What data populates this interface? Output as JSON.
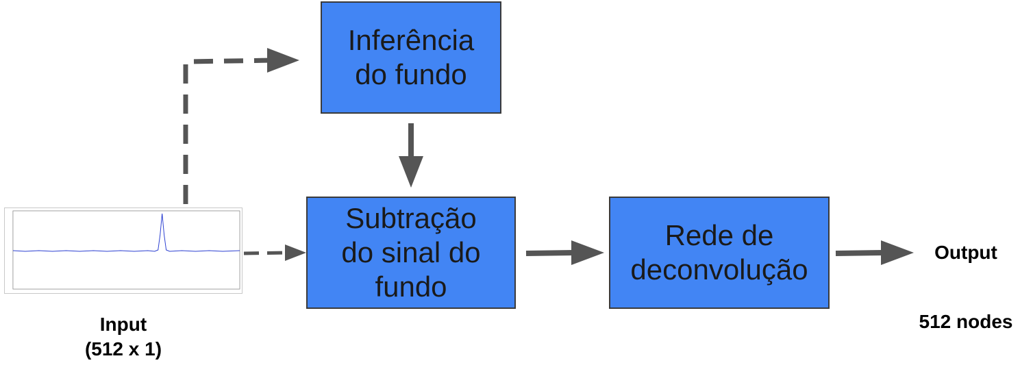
{
  "diagram": {
    "box_color": "#4285f4",
    "arrow_color": "#555555",
    "nodes": {
      "inferencia": {
        "lines": [
          "Inferência",
          "do fundo"
        ]
      },
      "subtracao": {
        "lines": [
          "Subtração",
          "do sinal do",
          "fundo"
        ]
      },
      "rede": {
        "lines": [
          "Rede de",
          "deconvolução"
        ]
      }
    },
    "input_label": [
      "Input",
      "(512 x 1)"
    ],
    "output_label": "Output",
    "output_nodes": "512 nodes",
    "edges": [
      {
        "from": "input",
        "to": "inferencia",
        "style": "dashed"
      },
      {
        "from": "input",
        "to": "subtracao",
        "style": "dashed"
      },
      {
        "from": "inferencia",
        "to": "subtracao",
        "style": "solid"
      },
      {
        "from": "subtracao",
        "to": "rede",
        "style": "solid"
      },
      {
        "from": "rede",
        "to": "output",
        "style": "solid"
      }
    ]
  }
}
